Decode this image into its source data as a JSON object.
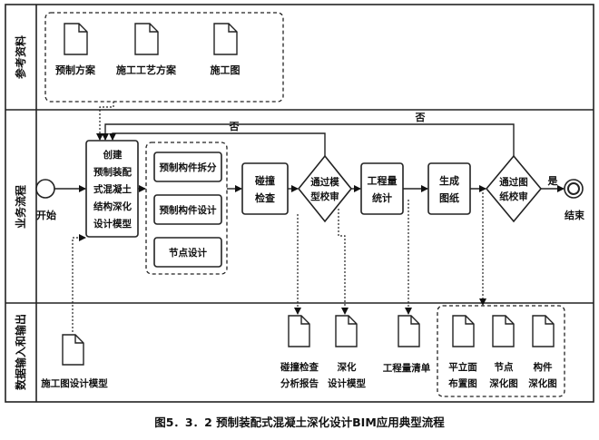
{
  "lanes": [
    {
      "id": "reference",
      "label": "参考资料"
    },
    {
      "id": "business",
      "label": "业务流程"
    },
    {
      "id": "data_io",
      "label": "数据输入和输出"
    }
  ],
  "reference_docs": [
    {
      "id": "precast_plan",
      "label": "预制方案"
    },
    {
      "id": "construction_plan",
      "label": "施工工艺方案"
    },
    {
      "id": "construction_drawing",
      "label": "施工图"
    }
  ],
  "flow": {
    "start": "开始",
    "end": "结束",
    "create_model": [
      "创建",
      "预制装配",
      "式混凝土",
      "结构深化",
      "设计模型"
    ],
    "subtasks": [
      "预制构件拆分",
      "预制构件设计",
      "节点设计"
    ],
    "clash_check": [
      "碰撞",
      "检查"
    ],
    "model_review": [
      "通过模",
      "型校审"
    ],
    "quantity": [
      "工程量",
      "统计"
    ],
    "gen_drawing": [
      "生成",
      "图纸"
    ],
    "drawing_review": [
      "通过图",
      "纸校审"
    ],
    "no_label": "否",
    "yes_label": "是"
  },
  "io_docs": {
    "construction_model": {
      "label": [
        "施工图设计模型"
      ]
    },
    "clash_report": {
      "label": [
        "碰撞检查",
        "分析报告"
      ]
    },
    "deep_model": {
      "label": [
        "深化",
        "设计模型"
      ]
    },
    "quantity_list": {
      "label": [
        "工程量清单"
      ]
    },
    "outputs": [
      {
        "id": "plan_layout",
        "label": [
          "平立面",
          "布置图"
        ]
      },
      {
        "id": "node_deep",
        "label": [
          "节点",
          "深化图"
        ]
      },
      {
        "id": "component_deep",
        "label": [
          "构件",
          "深化图"
        ]
      }
    ]
  },
  "caption": "图5．3．2 预制装配式混凝土深化设计BIM应用典型流程"
}
